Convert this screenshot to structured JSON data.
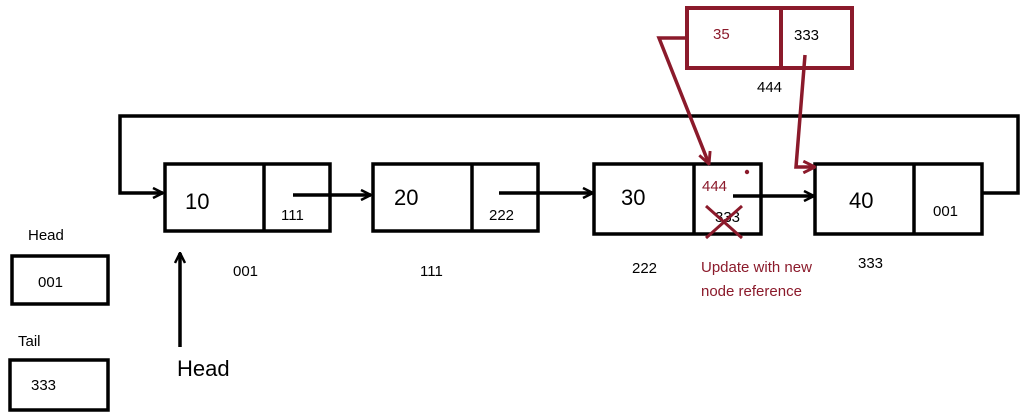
{
  "colors": {
    "ink": "#000000",
    "accent": "#8b1a2b"
  },
  "nodes": [
    {
      "value": "10",
      "next": "111",
      "address": "001"
    },
    {
      "value": "20",
      "next": "222",
      "address": "111"
    },
    {
      "value": "30",
      "next": "444",
      "old_next": "333",
      "address": "222"
    },
    {
      "value": "40",
      "next": "001",
      "address": "333"
    }
  ],
  "new_node": {
    "value": "35",
    "next": "333",
    "address": "444"
  },
  "update_note": [
    "Update with new",
    "node reference"
  ],
  "head_box": {
    "label": "Head",
    "value": "001"
  },
  "tail_box": {
    "label": "Tail",
    "value": "333"
  },
  "head_pointer": {
    "label": "Head"
  }
}
